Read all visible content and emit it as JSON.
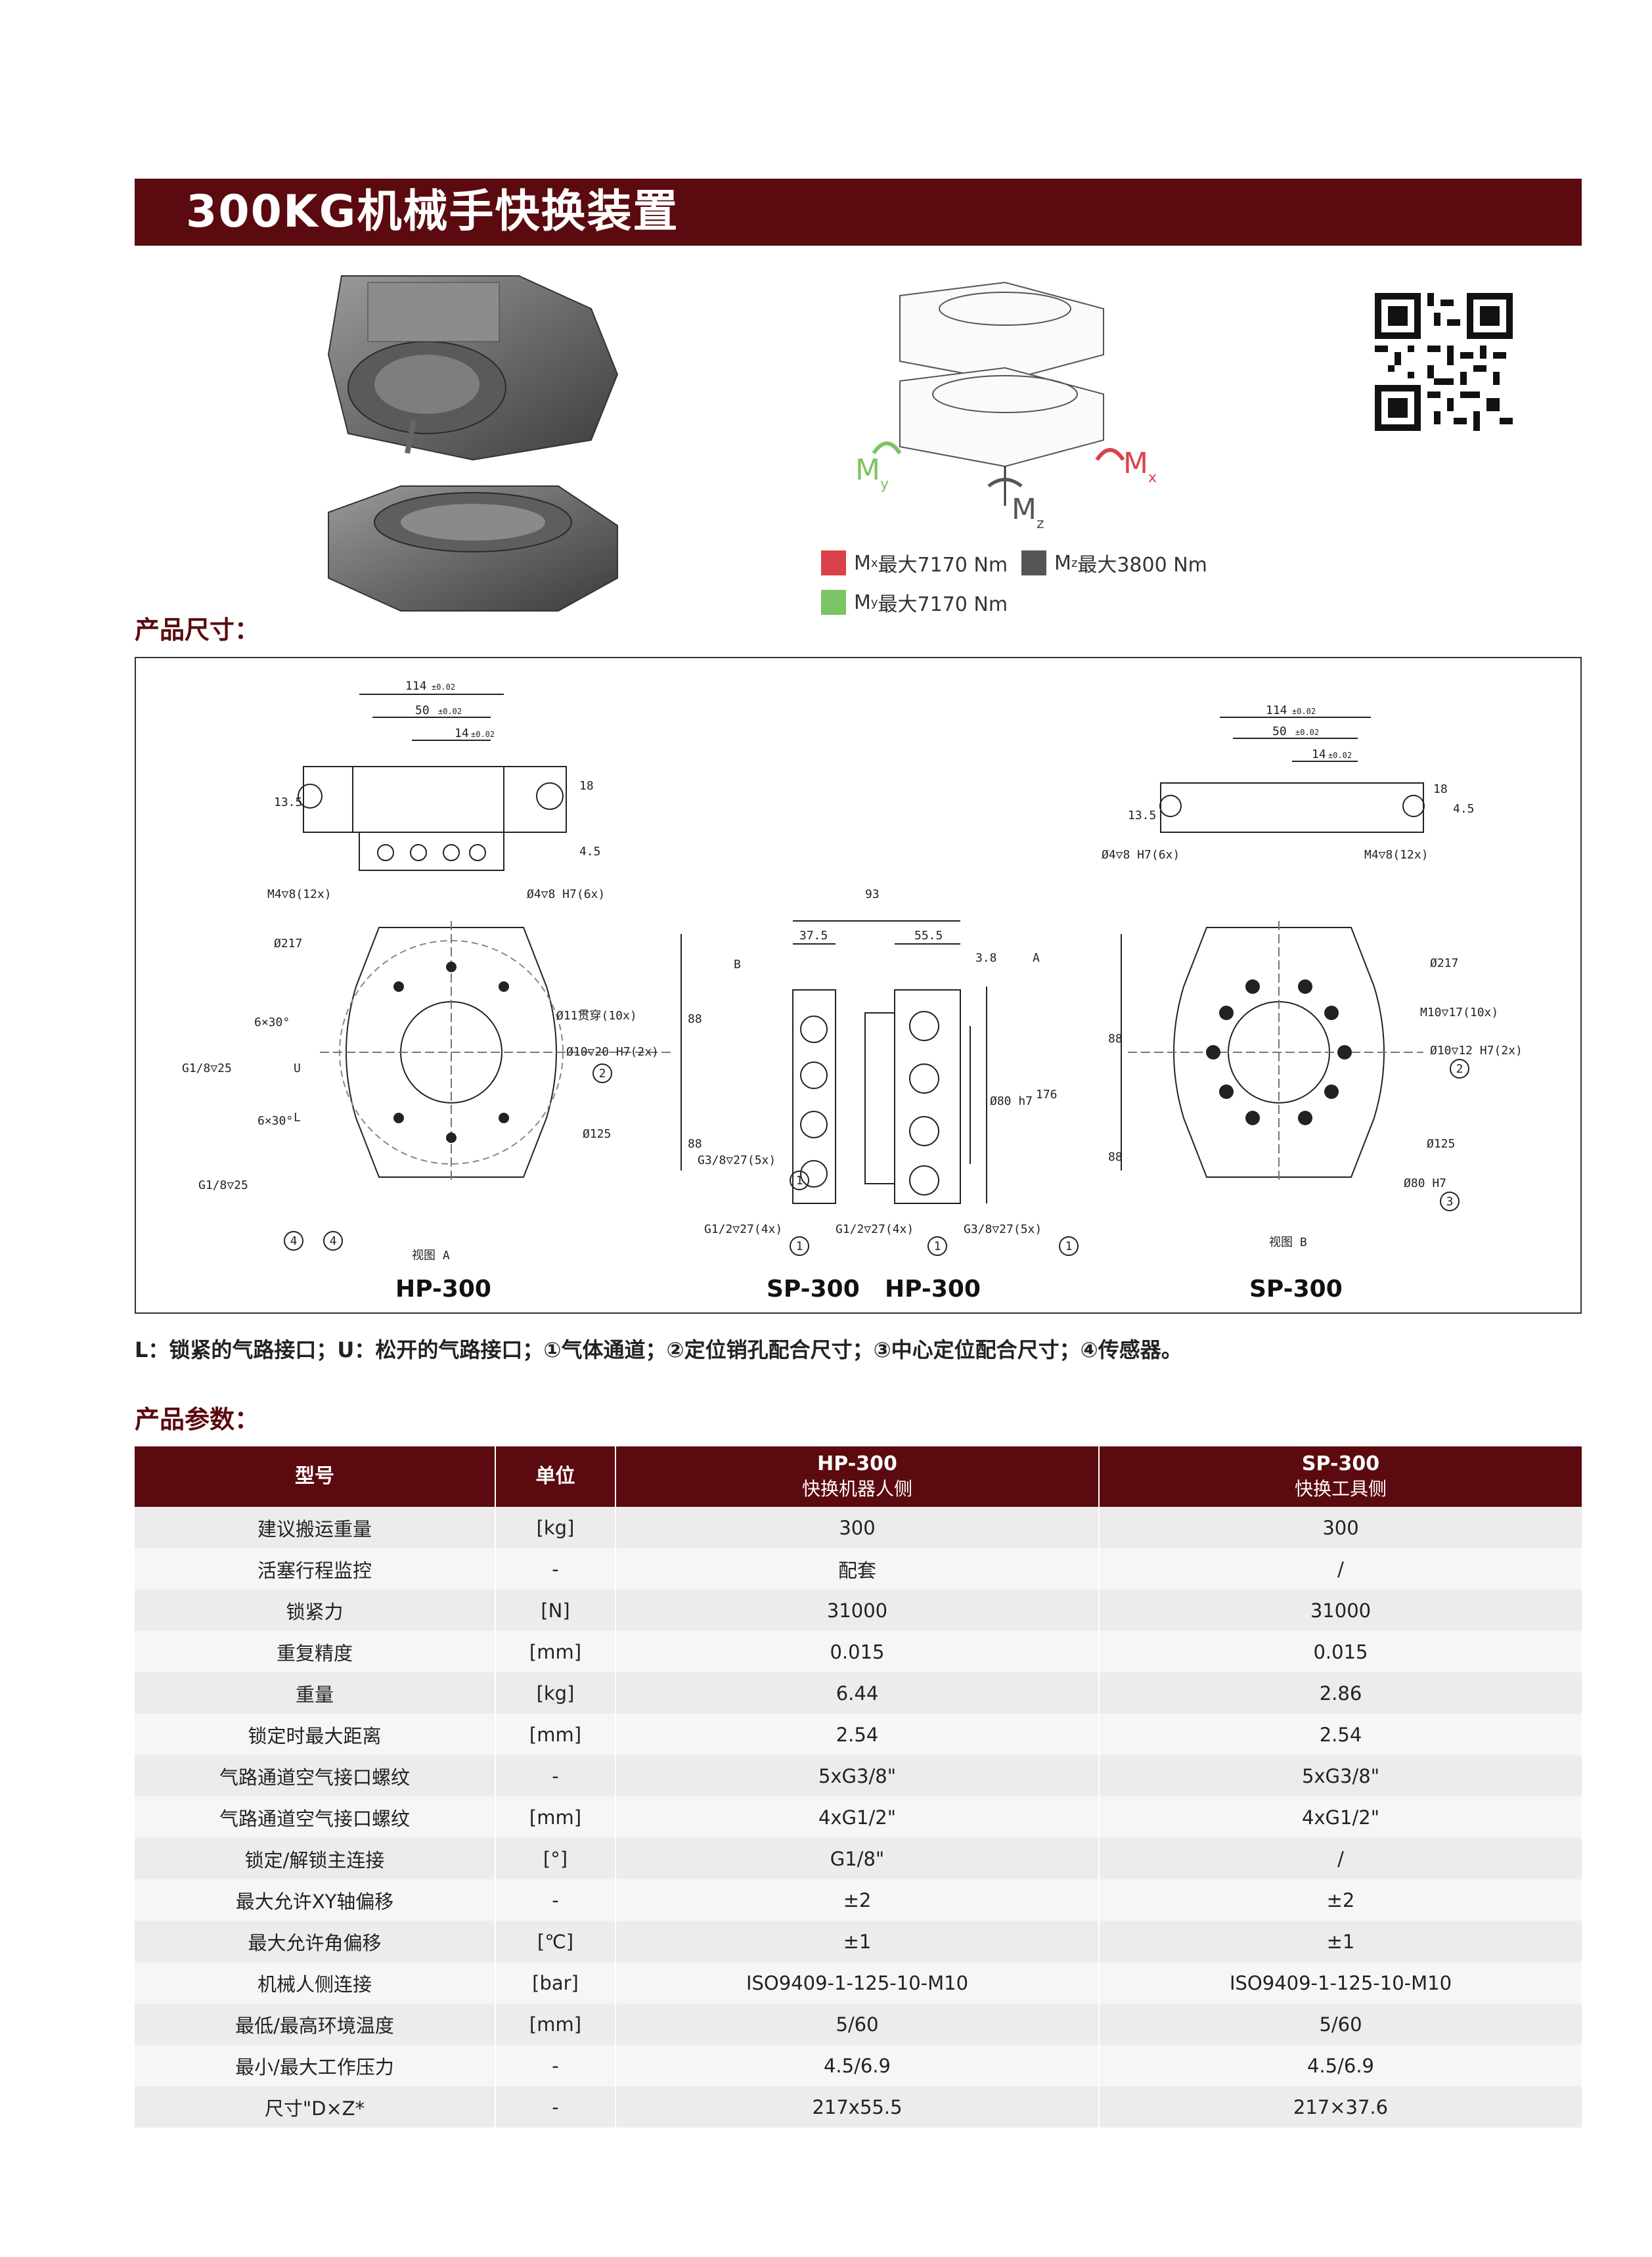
{
  "title": "300KG机械手快换装置",
  "moments": {
    "mx": {
      "symbol": "M",
      "sub": "x",
      "text": "最大7170 Nm",
      "color": "#d9424a"
    },
    "mz": {
      "symbol": "M",
      "sub": "z",
      "text": "最大3800 Nm",
      "color": "#555555"
    },
    "my": {
      "symbol": "M",
      "sub": "y",
      "text": "最大7170 Nm",
      "color": "#7bc463"
    }
  },
  "axis_labels": {
    "mx": "M",
    "mx_sub": "x",
    "my": "M",
    "my_sub": "y",
    "mz": "M",
    "mz_sub": "z"
  },
  "section_dimensions": "产品尺寸：",
  "section_params": "产品参数：",
  "drawing": {
    "captions": {
      "hp_left": "HP-300",
      "sp_mid": "SP-300",
      "hp_mid": "HP-300",
      "sp_right": "SP-300"
    },
    "view_a": "视图 A",
    "view_b": "视图 B",
    "dims": {
      "d114": "114",
      "d50": "50",
      "d14": "14",
      "tol": "±0.02",
      "d13_5": "13.5",
      "d18": "18",
      "d4_5": "4.5",
      "m4": "M4▽8(12x)",
      "phi4": "Ø4▽8 H7(6x)",
      "d93": "93",
      "d37_5": "37.5",
      "d55_5": "55.5",
      "d3_8": "3.8",
      "b": "B",
      "a": "A",
      "phi80": "Ø80 h7",
      "d176": "176",
      "d88": "88",
      "phi217": "Ø217",
      "phi11": "Ø11贯穿(10x)",
      "phi10": "Ø10▽20 H7(2x)",
      "phi125": "Ø125",
      "g18_top": "G1/8▽25",
      "g18_bot": "G1/8▽25",
      "ang_top": "6×30°",
      "ang_bot": "6×30°",
      "u": "U",
      "l": "L",
      "g38": "G3/8▽27(5x)",
      "g12a": "G1/2▽27(4x)",
      "g12b": "G1/2▽27(4x)",
      "g38b": "G3/8▽27(5x)",
      "m10": "M10▽17(10x)",
      "phi10b": "Ø10▽12 H7(2x)",
      "phi80b": "Ø80 H7",
      "c1": "1",
      "c2": "2",
      "c3": "3",
      "c4": "4"
    }
  },
  "legend_note": "L：锁紧的气路接口；U：松开的气路接口；①气体通道；②定位销孔配合尺寸；③中心定位配合尺寸；④传感器。",
  "table": {
    "headers": [
      {
        "main": "型号",
        "sub": ""
      },
      {
        "main": "单位",
        "sub": ""
      },
      {
        "main": "HP-300",
        "sub": "快换机器人侧"
      },
      {
        "main": "SP-300",
        "sub": "快换工具侧"
      }
    ],
    "rows": [
      [
        "建议搬运重量",
        "[kg]",
        "300",
        "300"
      ],
      [
        "活塞行程监控",
        "-",
        "配套",
        "/"
      ],
      [
        "锁紧力",
        "[N]",
        "31000",
        "31000"
      ],
      [
        "重复精度",
        "[mm]",
        "0.015",
        "0.015"
      ],
      [
        "重量",
        "[kg]",
        "6.44",
        "2.86"
      ],
      [
        "锁定时最大距离",
        "[mm]",
        "2.54",
        "2.54"
      ],
      [
        "气路通道空气接口螺纹",
        "-",
        "5xG3/8\"",
        "5xG3/8\""
      ],
      [
        "气路通道空气接口螺纹",
        "[mm]",
        "4xG1/2\"",
        "4xG1/2\""
      ],
      [
        "锁定/解锁主连接",
        "[°]",
        "G1/8\"",
        "/"
      ],
      [
        "最大允许XY轴偏移",
        "-",
        "±2",
        "±2"
      ],
      [
        "最大允许角偏移",
        "[℃]",
        "±1",
        "±1"
      ],
      [
        "机械人侧连接",
        "[bar]",
        "ISO9409-1-125-10-M10",
        "ISO9409-1-125-10-M10"
      ],
      [
        "最低/最高环境温度",
        "[mm]",
        "5/60",
        "5/60"
      ],
      [
        "最小/最大工作压力",
        "-",
        "4.5/6.9",
        "4.5/6.9"
      ],
      [
        "尺寸\"D×Z*",
        "-",
        "217x55.5",
        "217×37.6"
      ]
    ]
  }
}
